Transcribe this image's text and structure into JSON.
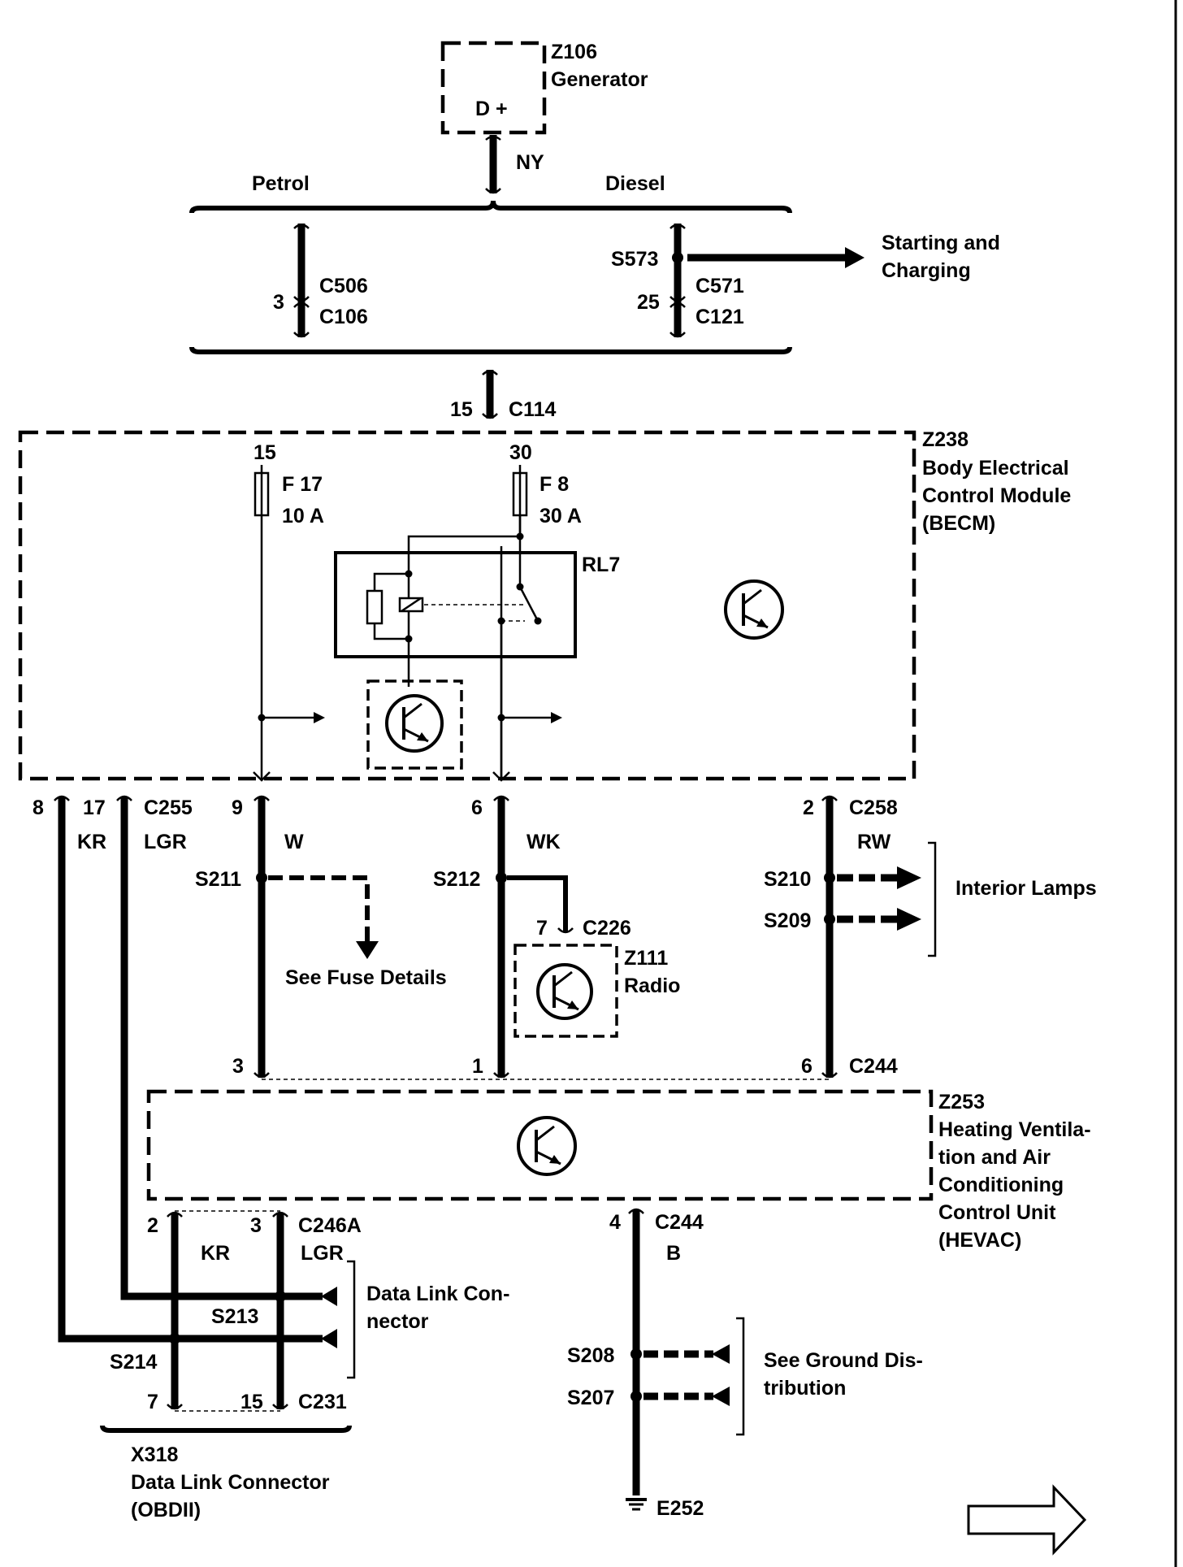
{
  "generator": {
    "id": "Z106",
    "name": "Generator",
    "terminal": "D +",
    "wire": "NY"
  },
  "engine": {
    "petrol": "Petrol",
    "diesel": "Diesel"
  },
  "petrol_branch": {
    "pin": "3",
    "conn_a": "C506",
    "conn_b": "C106"
  },
  "diesel_branch": {
    "splice": "S573",
    "pin": "25",
    "conn_a": "C571",
    "conn_b": "C121"
  },
  "starting_charging": {
    "line1": "Starting and",
    "line2": "Charging"
  },
  "c114": {
    "pin": "15",
    "conn": "C114"
  },
  "becm": {
    "id": "Z238",
    "line1": "Body Electrical",
    "line2": "Control Module",
    "line3": "(BECM)",
    "feed_a": "15",
    "feed_b": "30",
    "fuse_a_name": "F 17",
    "fuse_a_rating": "10 A",
    "fuse_b_name": "F 8",
    "fuse_b_rating": "30 A",
    "relay": "RL7"
  },
  "c255": {
    "conn": "C255",
    "pin_a": "8",
    "pin_b": "17",
    "wire_a": "KR",
    "wire_b": "LGR"
  },
  "wire_w": {
    "pin_top": "9",
    "color": "W",
    "splice": "S211",
    "pin_bottom": "3"
  },
  "fuse_details": "See Fuse Details",
  "wire_wk": {
    "pin_top": "6",
    "color": "WK",
    "splice": "S212",
    "pin_bottom": "1"
  },
  "radio": {
    "pin": "7",
    "conn": "C226",
    "id": "Z111",
    "name": "Radio"
  },
  "wire_rw": {
    "pin_top": "2",
    "conn": "C258",
    "color": "RW",
    "splice_a": "S210",
    "splice_b": "S209",
    "pin_bottom": "6",
    "conn_bottom": "C244"
  },
  "interior_lamps": "Interior Lamps",
  "hevac": {
    "id": "Z253",
    "line1": "Heating Ventila-",
    "line2": "tion and Air",
    "line3": "Conditioning",
    "line4": "Control Unit",
    "line5": "(HEVAC)"
  },
  "c246a": {
    "pin_a": "2",
    "pin_b": "3",
    "conn": "C246A",
    "wire_a": "KR",
    "wire_b": "LGR"
  },
  "data_link": {
    "line1": "Data Link Con-",
    "line2": "nector",
    "splice_a": "S213",
    "splice_b": "S214"
  },
  "c231": {
    "pin_a": "7",
    "pin_b": "15",
    "conn": "C231"
  },
  "x318": {
    "id": "X318",
    "line1": "Data Link Connector",
    "line2": "(OBDII)"
  },
  "ground": {
    "pin": "4",
    "conn": "C244",
    "color": "B",
    "splice_a": "S208",
    "splice_b": "S207",
    "ground_id": "E252"
  },
  "ground_distribution": {
    "line1": "See Ground Dis-",
    "line2": "tribution"
  }
}
